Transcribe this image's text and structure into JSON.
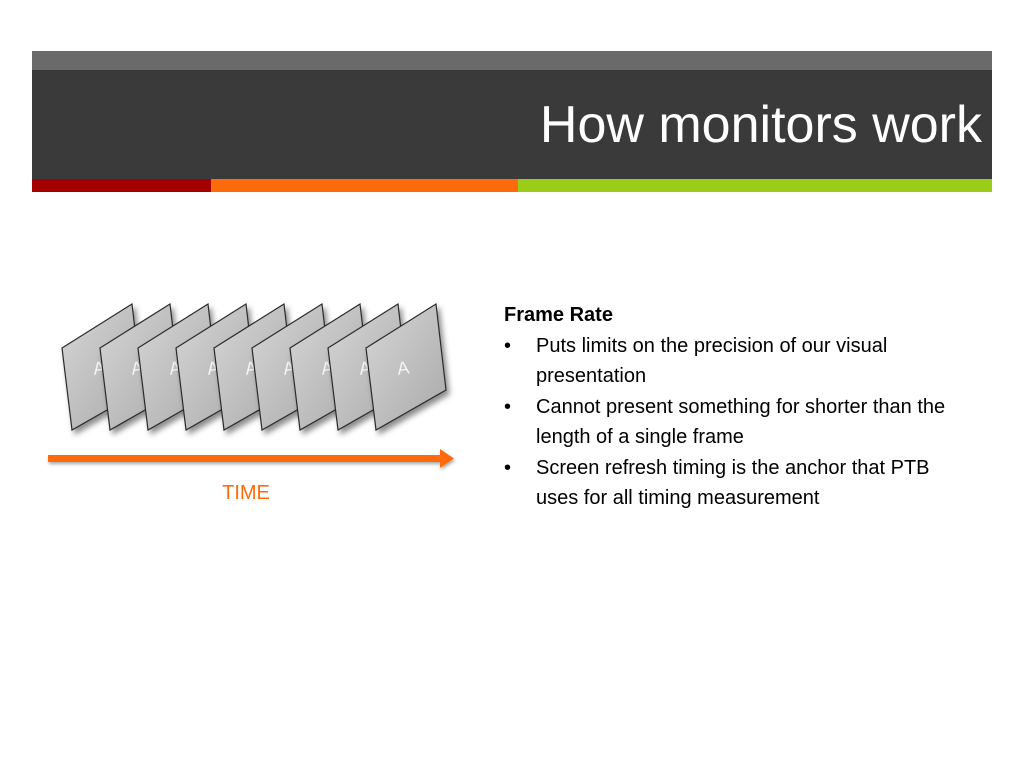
{
  "slide": {
    "title": "How monitors work",
    "colors": {
      "title_bar": "#3a3a3a",
      "title_bar_top": "#6a6a6a",
      "accent_red": "#a50000",
      "accent_orange": "#ff6a0a",
      "accent_green": "#9bcc17",
      "frame_fill": "#bdbdbd",
      "arrow": "#ff6a0a"
    }
  },
  "diagram": {
    "frame_label": "A",
    "frame_count": 9,
    "axis_label": "TIME"
  },
  "content": {
    "heading": "Frame Rate",
    "bullet_symbol": "•",
    "bullets": [
      "Puts limits on the precision of our visual presentation",
      "Cannot present something for shorter than the length of a single frame",
      "Screen refresh timing is the anchor that PTB uses for all timing measurement"
    ]
  }
}
